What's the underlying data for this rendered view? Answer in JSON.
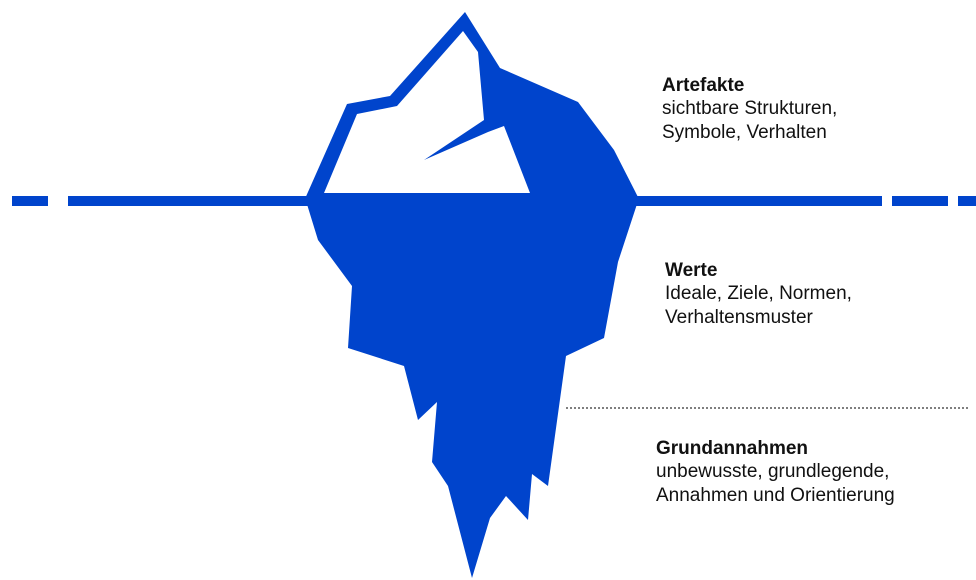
{
  "colors": {
    "iceberg": "#0044cc",
    "tip_fill": "#ffffff",
    "separator": "#555555",
    "text": "#111111"
  },
  "layers": [
    {
      "title": "Artefakte",
      "lines": [
        "sichtbare Strukturen,",
        "Symbole, Verhalten"
      ]
    },
    {
      "title": "Werte",
      "lines": [
        "Ideale, Ziele, Normen,",
        "Verhaltensmuster"
      ]
    },
    {
      "title": "Grundannahmen",
      "lines": [
        "unbewusste, grundlegende,",
        "Annahmen und Orientierung"
      ]
    }
  ]
}
